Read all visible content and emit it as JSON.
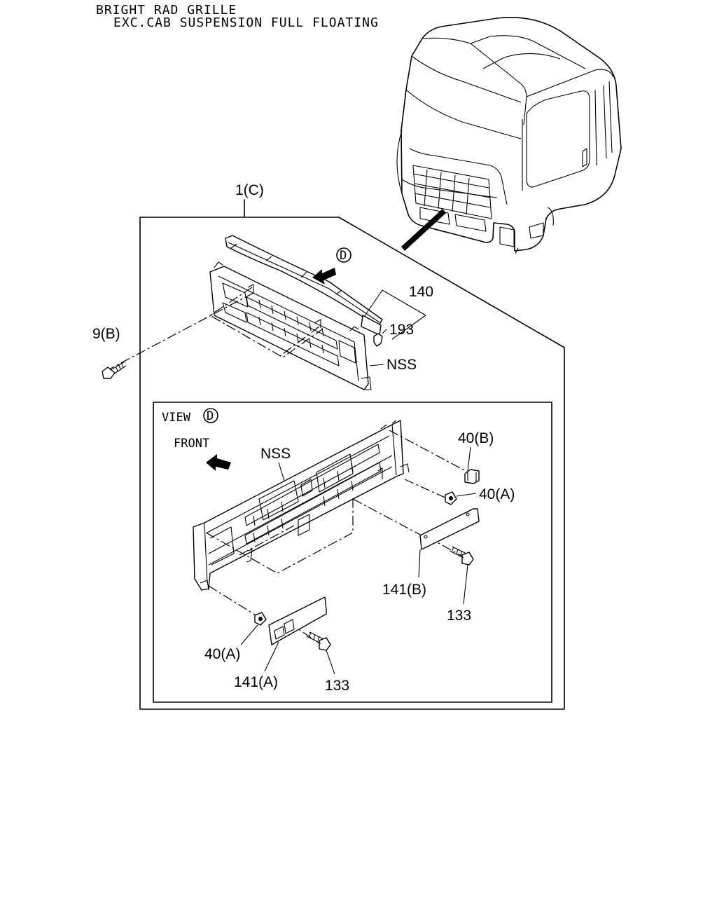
{
  "header": {
    "title": "BRIGHT RAD GRILLE",
    "subtitle": "EXC.CAB SUSPENSION FULL FLOATING"
  },
  "assembly": {
    "label": "1(C)",
    "view_marker": "D"
  },
  "callouts": {
    "c140": "140",
    "c193": "193",
    "c9b": "9(B)",
    "nss_top": "NSS"
  },
  "view": {
    "title": "VIEW",
    "marker": "D",
    "front": "FRONT",
    "nss": "NSS",
    "c40b": "40(B)",
    "c40a_right": "40(A)",
    "c141b": "141(B)",
    "c133_right": "133",
    "c40a_left": "40(A)",
    "c141a": "141(A)",
    "c133_left": "133"
  }
}
